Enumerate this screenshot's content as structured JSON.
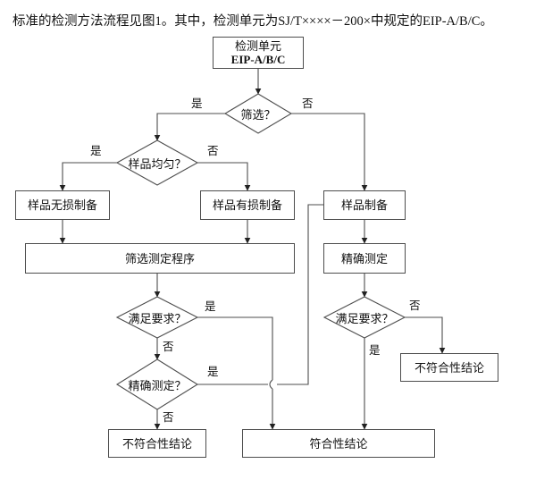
{
  "document": {
    "caption": "标准的检测方法流程见图1。其中，检测单元为SJ/T××××－200×中规定的EIP-A/B/C。"
  },
  "flowchart": {
    "type": "flowchart",
    "title": "标准的检测方法流程",
    "stroke_color": "#4d4d4d",
    "text_color": "#111111",
    "background": "#ffffff",
    "nodes": [
      {
        "id": "n1",
        "shape": "box",
        "line1": "检测单元",
        "line2": "EIP-A/B/C"
      },
      {
        "id": "d1",
        "shape": "diamond",
        "label": "筛选？"
      },
      {
        "id": "d2",
        "shape": "diamond",
        "label": "样品均匀？"
      },
      {
        "id": "n2",
        "shape": "box",
        "line1": "样品无损制备"
      },
      {
        "id": "n3",
        "shape": "box",
        "line1": "样品有损制备"
      },
      {
        "id": "n4",
        "shape": "box",
        "line1": "样品制备"
      },
      {
        "id": "n5",
        "shape": "box",
        "line1": "筛选测定程序"
      },
      {
        "id": "n6",
        "shape": "box",
        "line1": "精确测定"
      },
      {
        "id": "d3",
        "shape": "diamond",
        "label": "满足要求？"
      },
      {
        "id": "d4",
        "shape": "diamond",
        "label": "满足要求？"
      },
      {
        "id": "d5",
        "shape": "diamond",
        "label": "精确测定？"
      },
      {
        "id": "n7",
        "shape": "box",
        "line1": "不符合性结论"
      },
      {
        "id": "n8",
        "shape": "box",
        "line1": "不符合性结论"
      },
      {
        "id": "n9",
        "shape": "box",
        "line1": "符合性结论"
      }
    ],
    "edge_labels": {
      "d1_yes": "是",
      "d1_no": "否",
      "d2_yes": "是",
      "d2_no": "否",
      "d3_yes": "是",
      "d3_no": "否",
      "d4_no": "否",
      "d4_yes": "是",
      "d5_yes": "是",
      "d5_no": "否"
    },
    "edges": [
      {
        "from": "n1",
        "to": "d1",
        "label": ""
      },
      {
        "from": "d1",
        "to": "d2",
        "label": "是"
      },
      {
        "from": "d1",
        "to": "n4",
        "label": "否"
      },
      {
        "from": "d2",
        "to": "n2",
        "label": "是"
      },
      {
        "from": "d2",
        "to": "n3",
        "label": "否"
      },
      {
        "from": "n2",
        "to": "n5",
        "label": ""
      },
      {
        "from": "n3",
        "to": "n5",
        "label": ""
      },
      {
        "from": "n4",
        "to": "n6",
        "label": ""
      },
      {
        "from": "n5",
        "to": "d3",
        "label": ""
      },
      {
        "from": "n6",
        "to": "d4",
        "label": ""
      },
      {
        "from": "d3",
        "to": "n9",
        "label": "是"
      },
      {
        "from": "d3",
        "to": "d5",
        "label": "否"
      },
      {
        "from": "d5",
        "to": "n4",
        "label": "是"
      },
      {
        "from": "d5",
        "to": "n7",
        "label": "否"
      },
      {
        "from": "d4",
        "to": "n8",
        "label": "否"
      },
      {
        "from": "d4",
        "to": "n9",
        "label": "是"
      }
    ]
  }
}
